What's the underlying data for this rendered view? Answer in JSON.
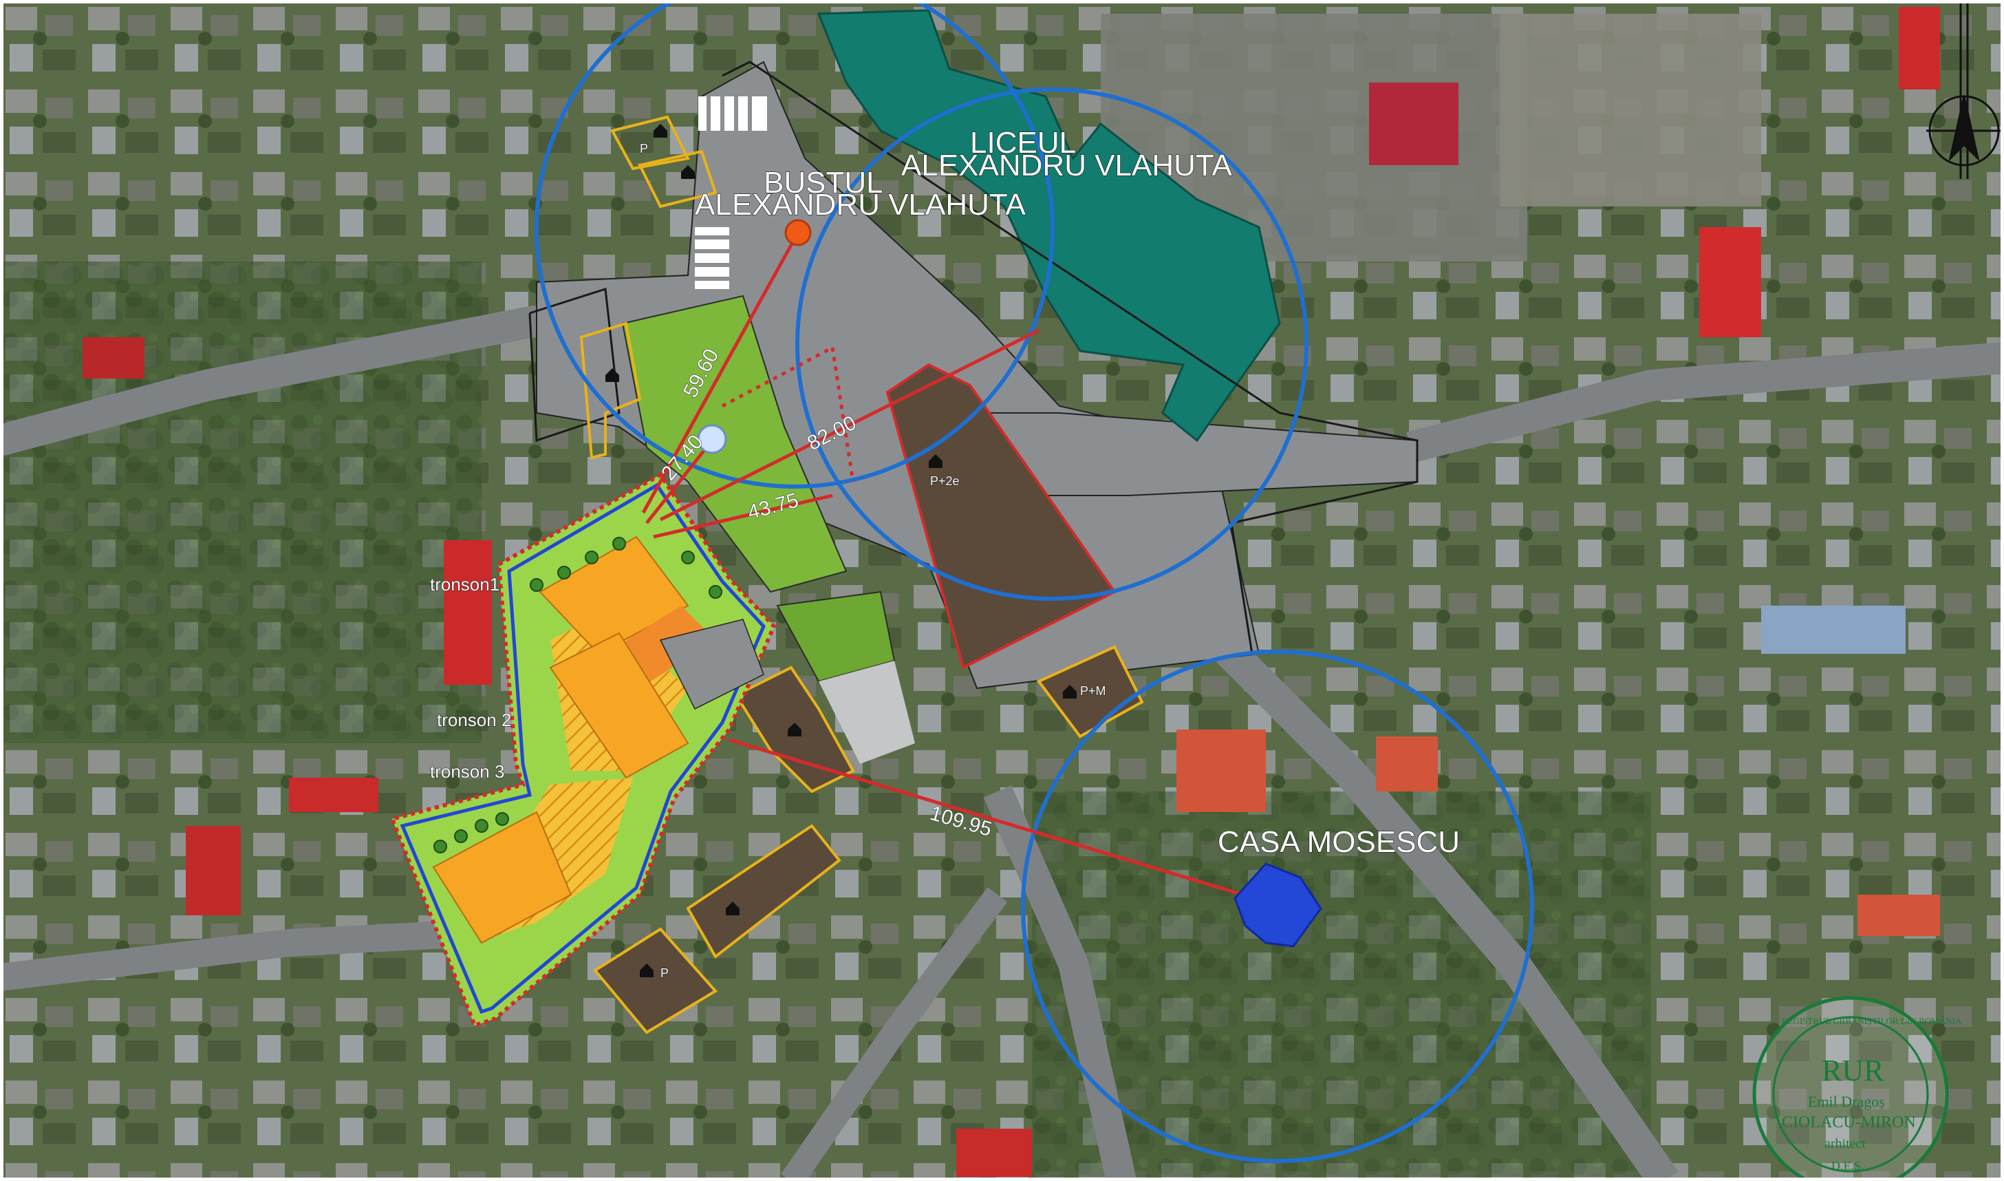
{
  "colors": {
    "accent_red": "#d42b2b",
    "circle_blue": "#1f6fd1",
    "building_teal": "#127c6e",
    "plot_orange": "#f6a623",
    "green_area": "#7db83a",
    "monument_dot": "#f05a17",
    "casa_blue": "#2347d6",
    "outline_yellow": "#e8b21a"
  },
  "labels": {
    "bust_line1": "BUSTUL",
    "bust_line2": "ALEXANDRU VLAHUTA",
    "school_line1": "LICEUL",
    "school_line2": "ALEXANDRU VLAHUTA",
    "casa": "CASA MOSESCU",
    "tronson1": "tronson1",
    "tronson2": "tronson 2",
    "tronson3": "tronson 3",
    "parcel_p28": "P+2e",
    "parcel_pm": "P+M",
    "parcel_p_top": "P",
    "parcel_p_bottom": "P"
  },
  "distances": {
    "d1": "59.60",
    "d2": "27.40",
    "d3": "82.00",
    "d4": "43.75",
    "d5": "109.95"
  },
  "stamp": {
    "top": "RUR",
    "name1": "Emil Dragoș",
    "name2": "CIOLACU-MIRON",
    "role": "arhitect",
    "code": "D.E.S.",
    "ring": "REGISTRUL URBANIȘTILOR DIN ROMÂNIA"
  },
  "icons": {
    "north_arrow": "north-arrow-icon",
    "house": "house-icon",
    "monument": "monument-dot-icon"
  }
}
